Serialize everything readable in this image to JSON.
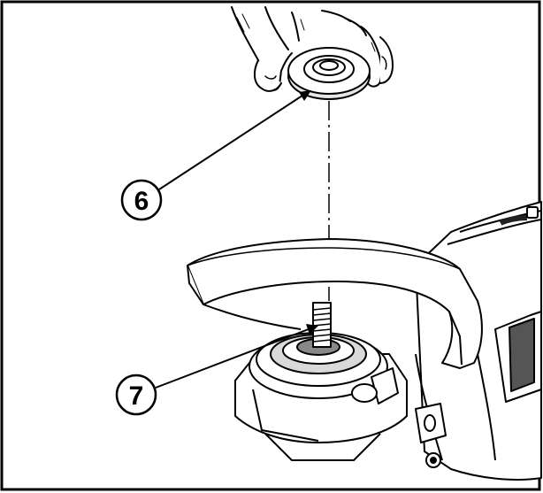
{
  "figure": {
    "callouts": [
      {
        "label": "6",
        "part": "outer-flange"
      },
      {
        "label": "7",
        "part": "inner-flange-spindle"
      }
    ],
    "colors": {
      "background": "#ffffff",
      "line": "#000000",
      "shade": "#d9d9d9",
      "dark_shade": "#555555"
    }
  }
}
